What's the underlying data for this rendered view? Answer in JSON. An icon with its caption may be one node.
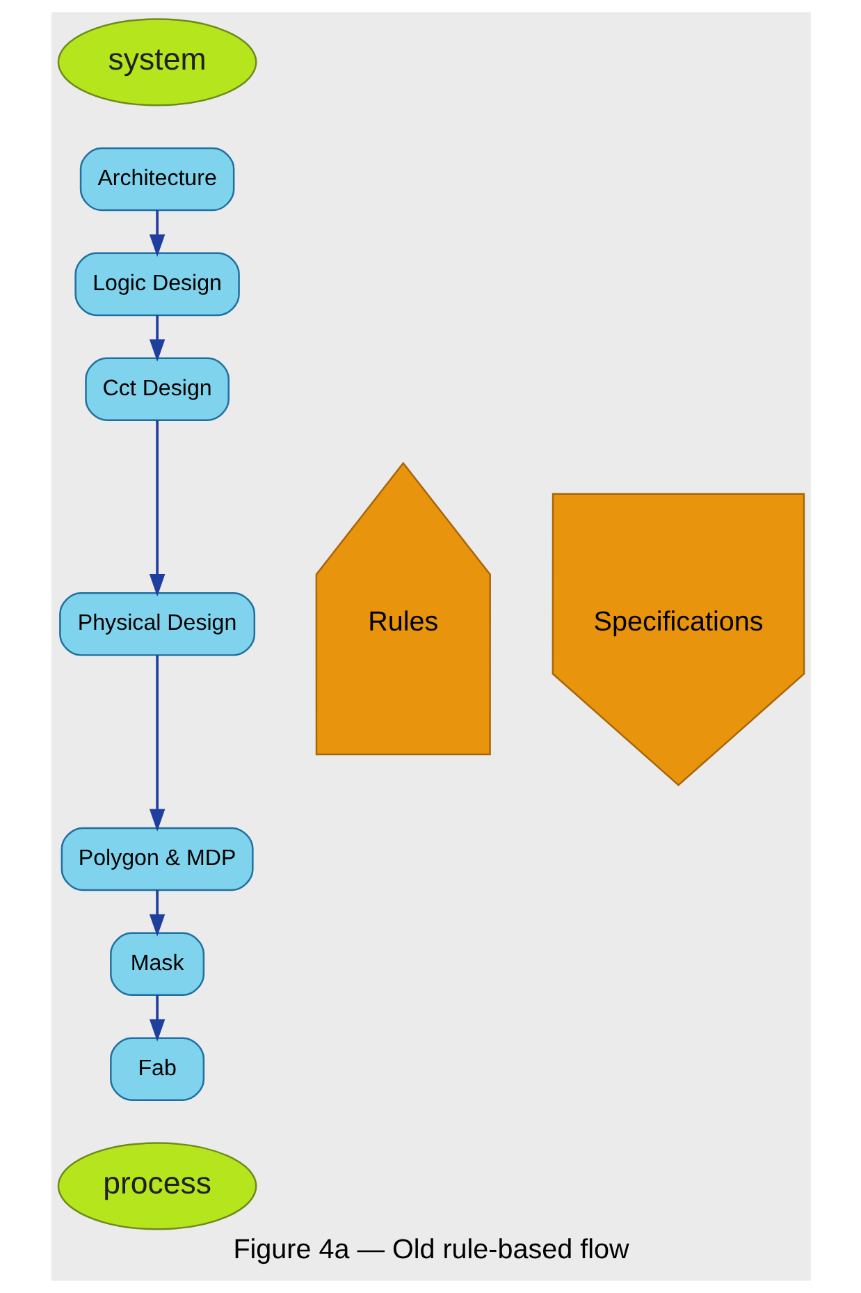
{
  "diagram": {
    "caption": "Figure 4a — Old rule-based flow",
    "nodes": [
      {
        "text": [
          "system"
        ]
      },
      {
        "text": [
          "Architecture"
        ]
      },
      {
        "text": [
          "Logic Design"
        ]
      },
      {
        "text": [
          "Cct Design"
        ]
      },
      {
        "text": [
          "Physical Design"
        ]
      },
      {
        "text": [
          "Polygon & MDP"
        ]
      },
      {
        "text": [
          "Mask"
        ]
      },
      {
        "text": [
          "Fab"
        ]
      },
      {
        "text": [
          "Rules"
        ]
      },
      {
        "text": [
          "Specifications"
        ]
      },
      {
        "text": [
          "process"
        ]
      }
    ],
    "edges": [
      {
        "from": 1,
        "to": 2,
        "arrow": "to"
      },
      {
        "from": 2,
        "to": 3,
        "arrow": "to"
      },
      {
        "from": 3,
        "to": 4,
        "arrow": "to"
      },
      {
        "from": 4,
        "to": 5,
        "arrow": "to"
      },
      {
        "from": 5,
        "to": 6,
        "arrow": "to"
      },
      {
        "from": 6,
        "to": 7,
        "arrow": "to"
      }
    ]
  }
}
